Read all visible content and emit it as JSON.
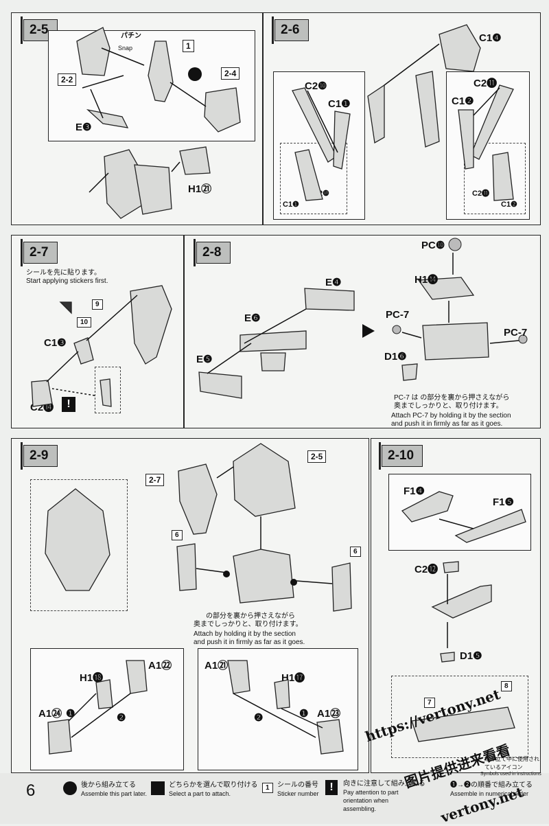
{
  "page_number": "6",
  "steps": {
    "s25": {
      "num": "2-5",
      "snap_jp": "パチン",
      "snap_en": "Snap",
      "ref_1": "1",
      "ref_22": "2-2",
      "ref_24": "2-4",
      "part_e": "E❸",
      "part_h": "H1㉑"
    },
    "s26": {
      "num": "2-6",
      "c1_4": "C1❹",
      "c2_10": "C2❿",
      "c1_1": "C1❶",
      "c2_11": "C2⓫",
      "c1_2": "C1❷",
      "c1_1b": "C1❶",
      "c2_10b": "C2❿",
      "c2_11b": "C2⓫",
      "c1_2b": "C1❷"
    },
    "s27": {
      "num": "2-7",
      "note_jp": "シールを先に貼ります。",
      "note_en": "Start applying stickers first.",
      "sticker_9": "9",
      "sticker_10": "10",
      "c1_3": "C1❸",
      "c2_14": "C2⓮"
    },
    "s28": {
      "num": "2-8",
      "e4": "E❹",
      "e6": "E❻",
      "e5": "E❺"
    },
    "s28b": {
      "pcj": "PC❿",
      "h14": "H1⓮",
      "pc7a": "PC-7",
      "pc7b": "PC-7",
      "d16": "D1❻",
      "note_jp1": "PC-7 は      の部分を裏から押さえながら",
      "note_jp2": "奥までしっかりと、取り付けます。",
      "note_en1": "Attach PC-7 by holding it by the      section",
      "note_en2": "and push it in firmly as far as it goes."
    },
    "s29": {
      "num": "2-9",
      "ref_27": "2-7",
      "ref_25": "2-5",
      "sticker_6a": "6",
      "sticker_6b": "6",
      "note_jp1": "の部分を裏から押さえながら",
      "note_jp2": "奥までしっかりと、取り付けます。",
      "note_en1": "Attach by holding it by the      section",
      "note_en2": "and push it in firmly as far as it goes.",
      "a1_22": "A1㉒",
      "h1_18": "H1⓲",
      "a1_24": "A1㉔",
      "a1_21": "A1㉑",
      "h1_17": "H1⓱",
      "a1_23": "A1㉓",
      "step1": "❶",
      "step2": "❷"
    },
    "s210": {
      "num": "2-10",
      "f14": "F1❹",
      "f15": "F1❺",
      "c2_12": "C2⓬",
      "d15": "D1❺",
      "sticker_7": "7",
      "sticker_8": "8"
    }
  },
  "legend": [
    {
      "jp": "後から組み立てる",
      "en": "Assemble this part later."
    },
    {
      "jp": "どちらかを選んで取り付ける",
      "en": "Select a part to attach."
    },
    {
      "jp": "シールの番号",
      "en": "Sticker number",
      "num": "1"
    },
    {
      "jp": "向きに注意して組み立てる",
      "en": "Pay attention to part orientation when assembling."
    },
    {
      "jp": "❶→❷の順番で組み立てる",
      "en": "Assemble in numerical order"
    }
  ],
  "legend_title_jp": "組み立て中に使用されているアイコン",
  "legend_title_en": "Symbols used in instructions",
  "watermarks": [
    "https://vertony.net",
    "图片提供进来看看",
    "vertony.net"
  ]
}
